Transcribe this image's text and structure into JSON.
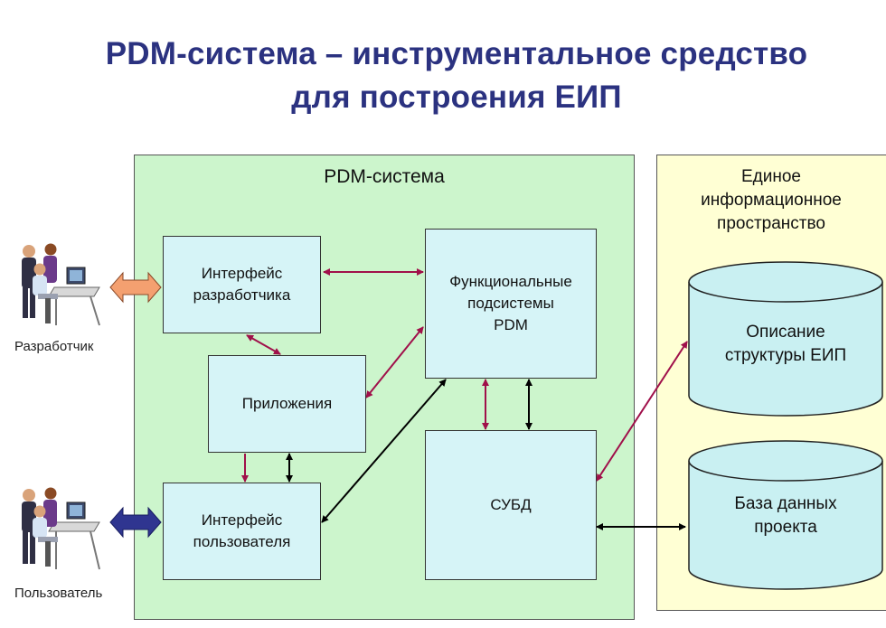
{
  "title": {
    "line1": "PDM-система – инструментальное средство",
    "line2": "для построения ЕИП"
  },
  "pdm_panel": {
    "label": "PDM-система"
  },
  "eip_panel": {
    "label": "Единое\nинформационное\nпространство"
  },
  "boxes": {
    "dev_interface": "Интерфейс\nразработчика",
    "applications": "Приложения",
    "user_interface": "Интерфейс\nпользователя",
    "functional_subsystems": "Функциональные\nподсистемы\nPDM",
    "dbms": "СУБД"
  },
  "storages": {
    "eip_structure": "Описание\nструктуры ЕИП",
    "project_db": "База данных\nпроекта"
  },
  "actors": {
    "developer": "Разработчик",
    "user": "Пользователь"
  },
  "colors": {
    "title": "#2b3280",
    "pdm_panel": "#ccf5cc",
    "eip_panel": "#ffffd4",
    "box": "#d6f4f7",
    "storage": "#c9f0f2",
    "link_purple": "#a0104a",
    "link_black": "#000000",
    "developer_arrow": "#f4a070",
    "user_arrow": "#2f3590"
  }
}
